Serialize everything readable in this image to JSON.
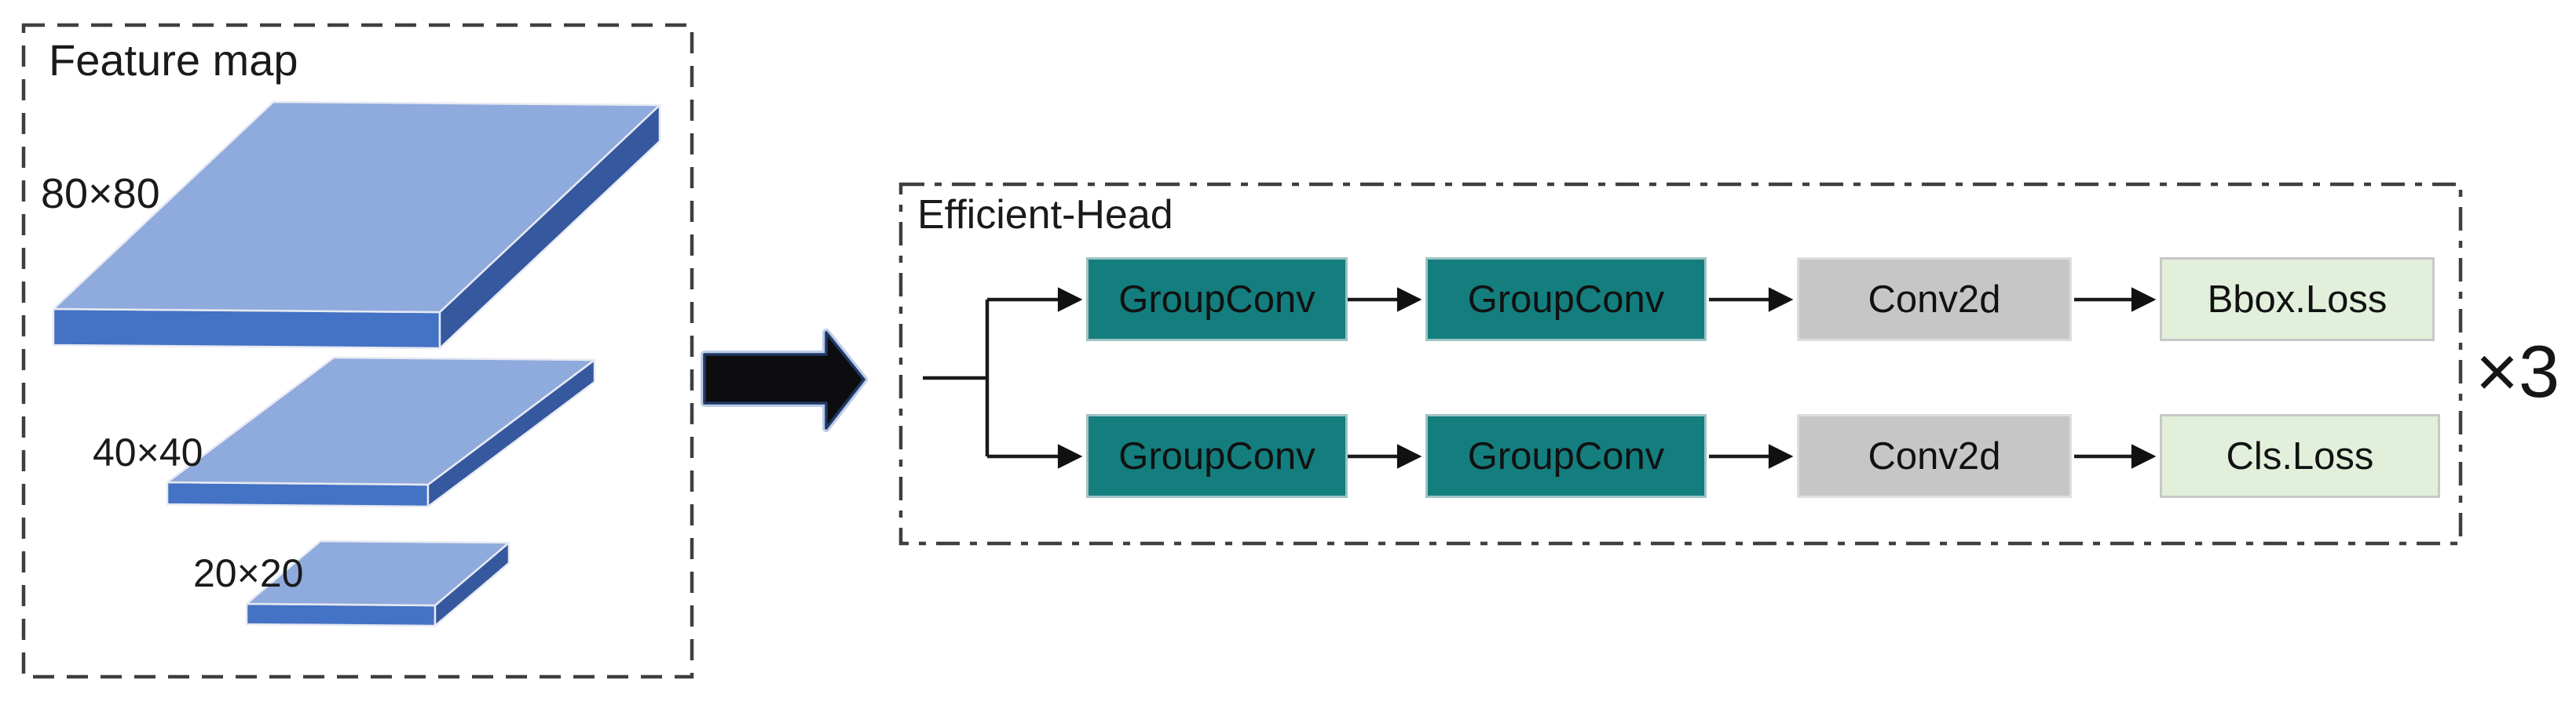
{
  "feature_map": {
    "title": "Feature map",
    "slabs": [
      {
        "label": "80×80"
      },
      {
        "label": "40×40"
      },
      {
        "label": "20×20"
      }
    ],
    "colors": {
      "slab_top": "#8FAADC",
      "slab_front": "#4472C4",
      "slab_side": "#35589E",
      "border": "#3F3F3F"
    }
  },
  "flow_arrow": {
    "description": "large black right arrow",
    "fill": "#0D0D10",
    "edge": "#203864",
    "halo": "#BDCDE8"
  },
  "efficient_head": {
    "title": "Efficient-Head",
    "repeat_label": "×3",
    "rows": [
      {
        "nodes": [
          {
            "label": "GroupConv",
            "type": "groupconv"
          },
          {
            "label": "GroupConv",
            "type": "groupconv"
          },
          {
            "label": "Conv2d",
            "type": "conv2d"
          },
          {
            "label": "Bbox.Loss",
            "type": "loss"
          }
        ]
      },
      {
        "nodes": [
          {
            "label": "GroupConv",
            "type": "groupconv"
          },
          {
            "label": "GroupConv",
            "type": "groupconv"
          },
          {
            "label": "Conv2d",
            "type": "conv2d"
          },
          {
            "label": "Cls.Loss",
            "type": "loss"
          }
        ]
      }
    ],
    "colors": {
      "groupconv": "#147E7E",
      "conv2d": "#C6C6C6",
      "loss": "#E2EFDA",
      "connector": "#1a1a1a",
      "border": "#3F3F3F"
    }
  }
}
